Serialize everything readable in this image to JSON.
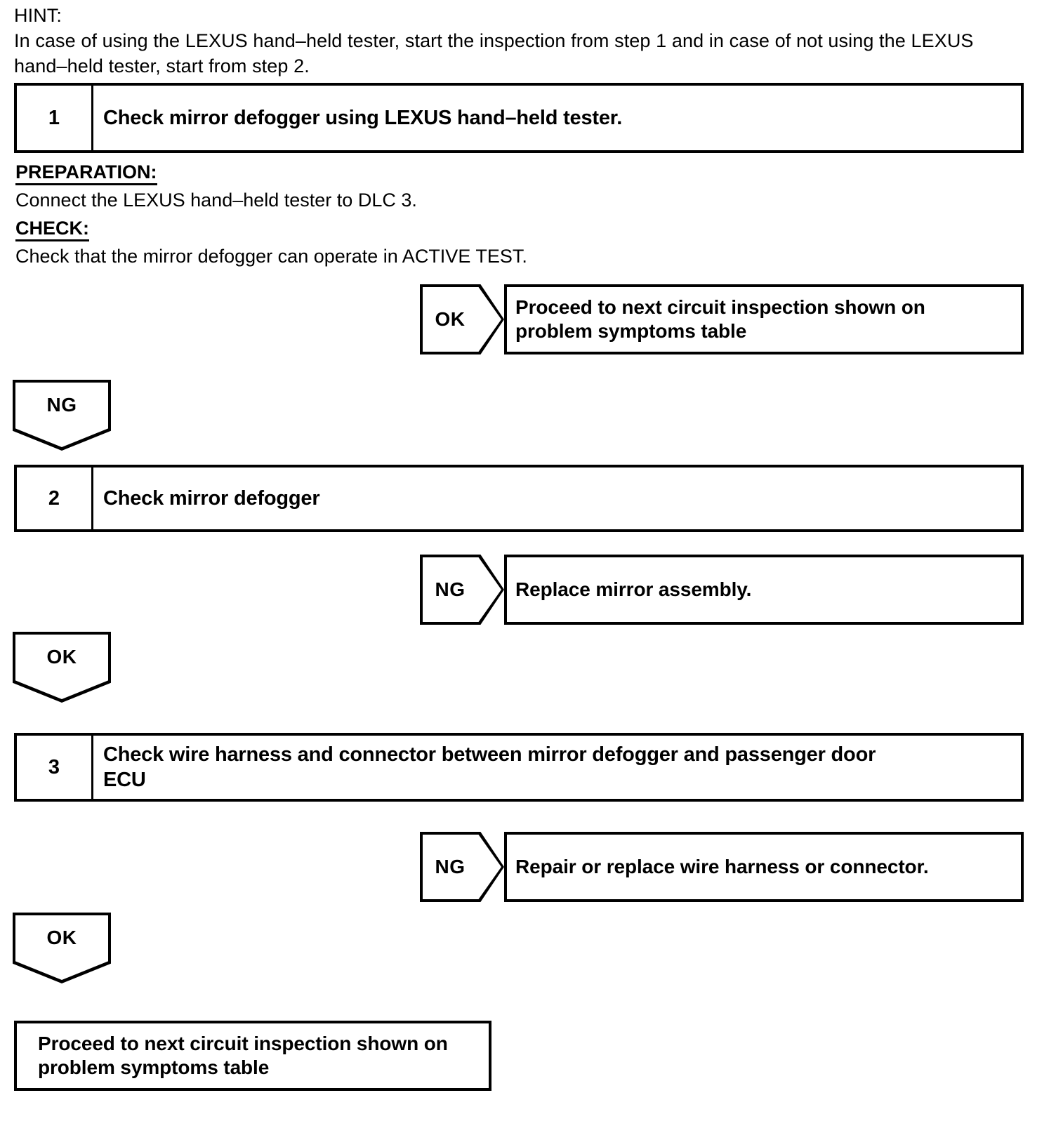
{
  "document": {
    "type": "diagnostic-flowchart",
    "hint": {
      "label": "HINT:",
      "text": "In case of using the LEXUS hand–held tester, start the inspection from step 1 and in case of not using the LEXUS hand–held tester, start from step 2."
    },
    "steps": [
      {
        "number": "1",
        "title": "Check mirror defogger using LEXUS hand–held tester.",
        "preparation_label": "PREPARATION:",
        "preparation_text": "Connect the LEXUS hand–held tester to DLC 3.",
        "check_label": "CHECK:",
        "check_text": "Check that the mirror defogger can operate in ACTIVE TEST.",
        "branch_side": {
          "result": "OK",
          "action_line1": "Proceed to next circuit inspection shown on",
          "action_line2": "problem symptoms table"
        },
        "branch_down": "NG"
      },
      {
        "number": "2",
        "title": "Check mirror defogger",
        "branch_side": {
          "result": "NG",
          "action_line1": "Replace mirror assembly.",
          "action_line2": ""
        },
        "branch_down": "OK"
      },
      {
        "number": "3",
        "title_line1": "Check wire harness and connector between mirror defogger and passenger door",
        "title_line2": "ECU",
        "branch_side": {
          "result": "NG",
          "action_line1": "Repair or replace wire harness or connector.",
          "action_line2": ""
        },
        "branch_down": "OK"
      }
    ],
    "final": {
      "line1": "Proceed to next circuit inspection shown on",
      "line2": "problem symptoms table"
    },
    "colors": {
      "ink": "#000000",
      "paper": "#ffffff"
    }
  }
}
